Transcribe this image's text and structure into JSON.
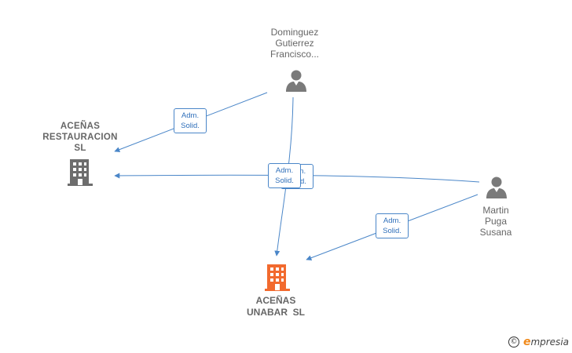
{
  "nodes": {
    "person_dominguez": {
      "label": "Dominguez\nGutierrez\nFrancisco...",
      "type": "person"
    },
    "person_martin": {
      "label": "Martin\nPuga\nSusana",
      "type": "person"
    },
    "company_restauracion": {
      "label": "ACEÑAS\nRESTAURACION\nSL",
      "type": "company"
    },
    "company_unabar": {
      "label": "ACEÑAS\nUNABAR  SL",
      "type": "company-main"
    }
  },
  "edges": [
    {
      "from": "person_dominguez",
      "to": "company_restauracion",
      "role_line1": "Adm.",
      "role_line2": "Solid."
    },
    {
      "from": "person_dominguez",
      "to": "company_unabar",
      "role_line1": "Adm.",
      "role_line2": "Solid."
    },
    {
      "from": "person_martin",
      "to": "company_restauracion",
      "role_line1": "Adm.",
      "role_line2": "Solid."
    },
    {
      "from": "person_martin",
      "to": "company_unabar",
      "role_line1": "Adm.",
      "role_line2": "Solid."
    }
  ],
  "colors": {
    "edge": "#4a86c8",
    "person_icon": "#7a7a7a",
    "company_icon": "#6d6d6d",
    "main_company_icon": "#f26a2e",
    "brand_accent": "#f08a1c"
  },
  "footer": {
    "copyright_symbol": "©",
    "brand_initial": "e",
    "brand_rest": "mpresia"
  }
}
